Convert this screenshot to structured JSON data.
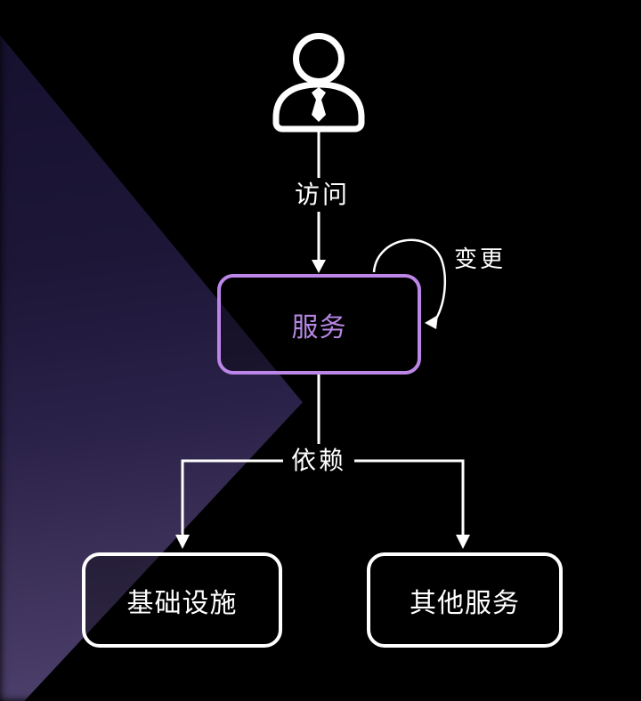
{
  "diagram": {
    "nodes": {
      "service": "服务",
      "infrastructure": "基础设施",
      "other_services": "其他服务"
    },
    "edge_labels": {
      "access": "访问",
      "change": "变更",
      "depends": "依赖"
    },
    "icons": {
      "actor": "user-icon"
    },
    "colors": {
      "background": "#000000",
      "service_accent": "#bc86e8",
      "service_text": "#b687e2",
      "line": "#ffffff",
      "light_wedge": "#4a3e6a"
    }
  }
}
